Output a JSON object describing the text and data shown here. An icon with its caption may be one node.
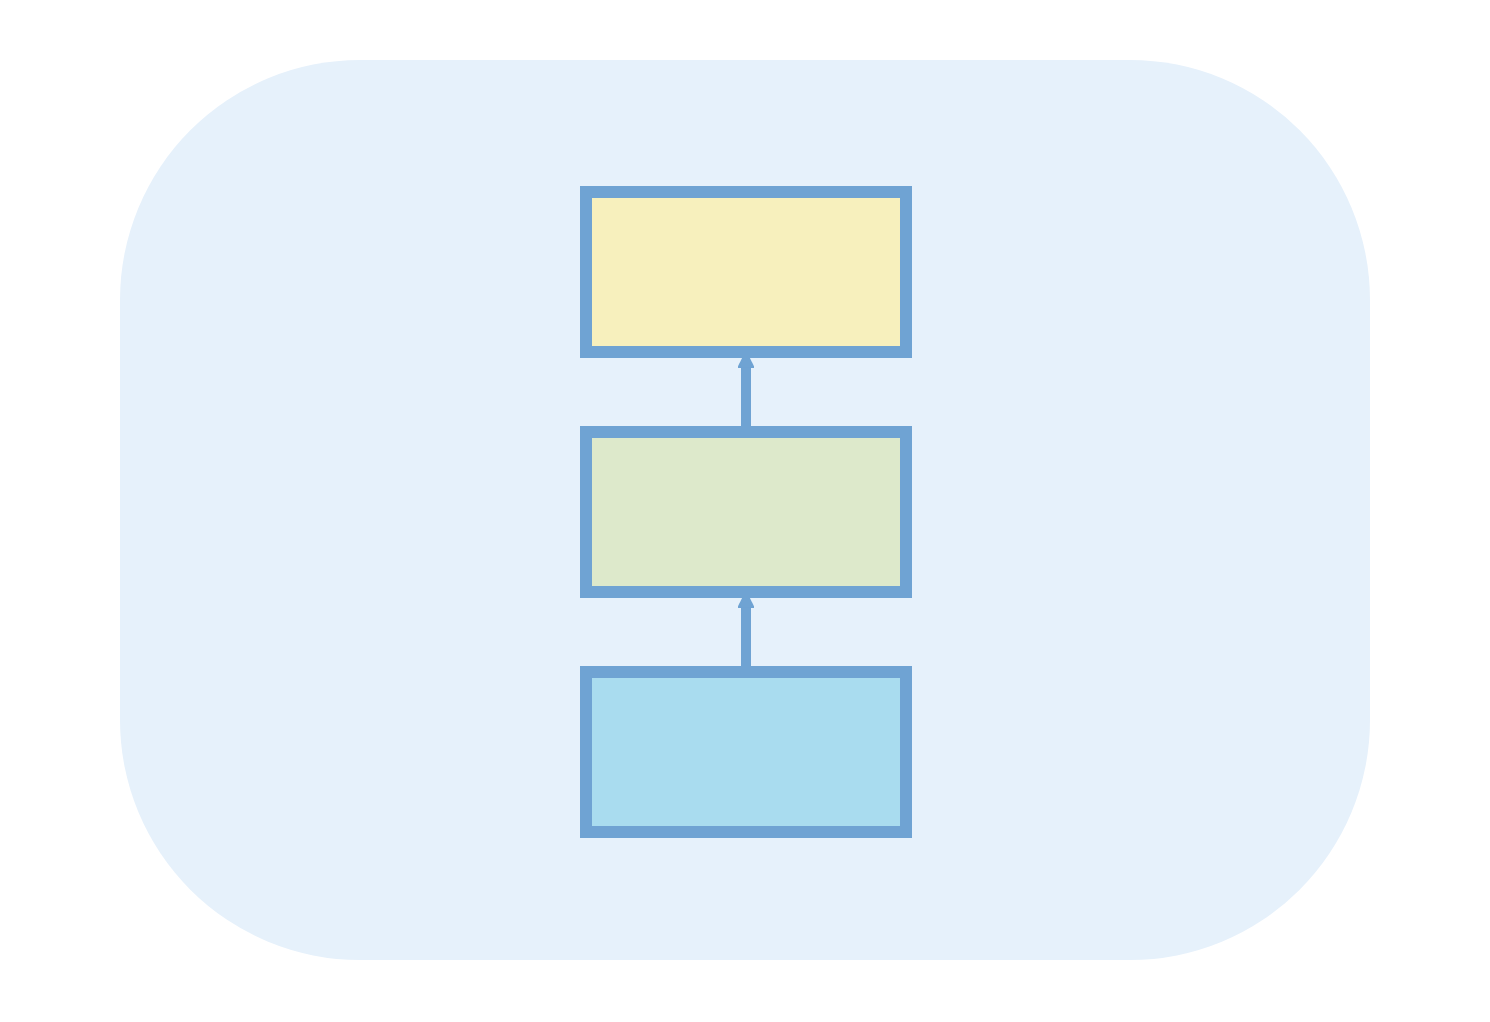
{
  "diagram": {
    "nodes": [
      {
        "text": [],
        "shape": "box"
      },
      {
        "text": [],
        "shape": "box"
      },
      {
        "text": [],
        "shape": "box"
      }
    ],
    "edges": [
      {
        "from": 2,
        "to": 1,
        "arrow": "to"
      },
      {
        "from": 1,
        "to": 0,
        "arrow": "to"
      }
    ]
  }
}
